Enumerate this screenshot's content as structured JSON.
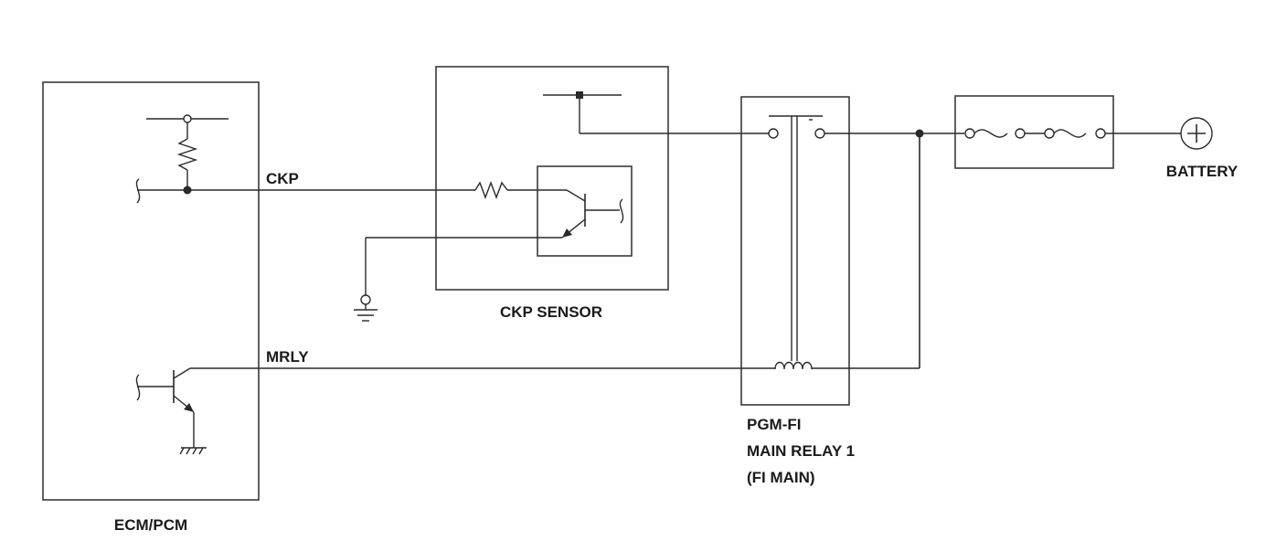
{
  "labels": {
    "ecm_pcm": "ECM/PCM",
    "ckp_sensor": "CKP SENSOR",
    "relay_line1": "PGM-FI",
    "relay_line2": "MAIN RELAY 1",
    "relay_line3": "(FI MAIN)",
    "battery": "BATTERY",
    "wire_ckp": "CKP",
    "wire_mrly": "MRLY"
  },
  "colors": {
    "line": "#2a2a2a",
    "text": "#1a1a1a",
    "background": "#ffffff"
  }
}
